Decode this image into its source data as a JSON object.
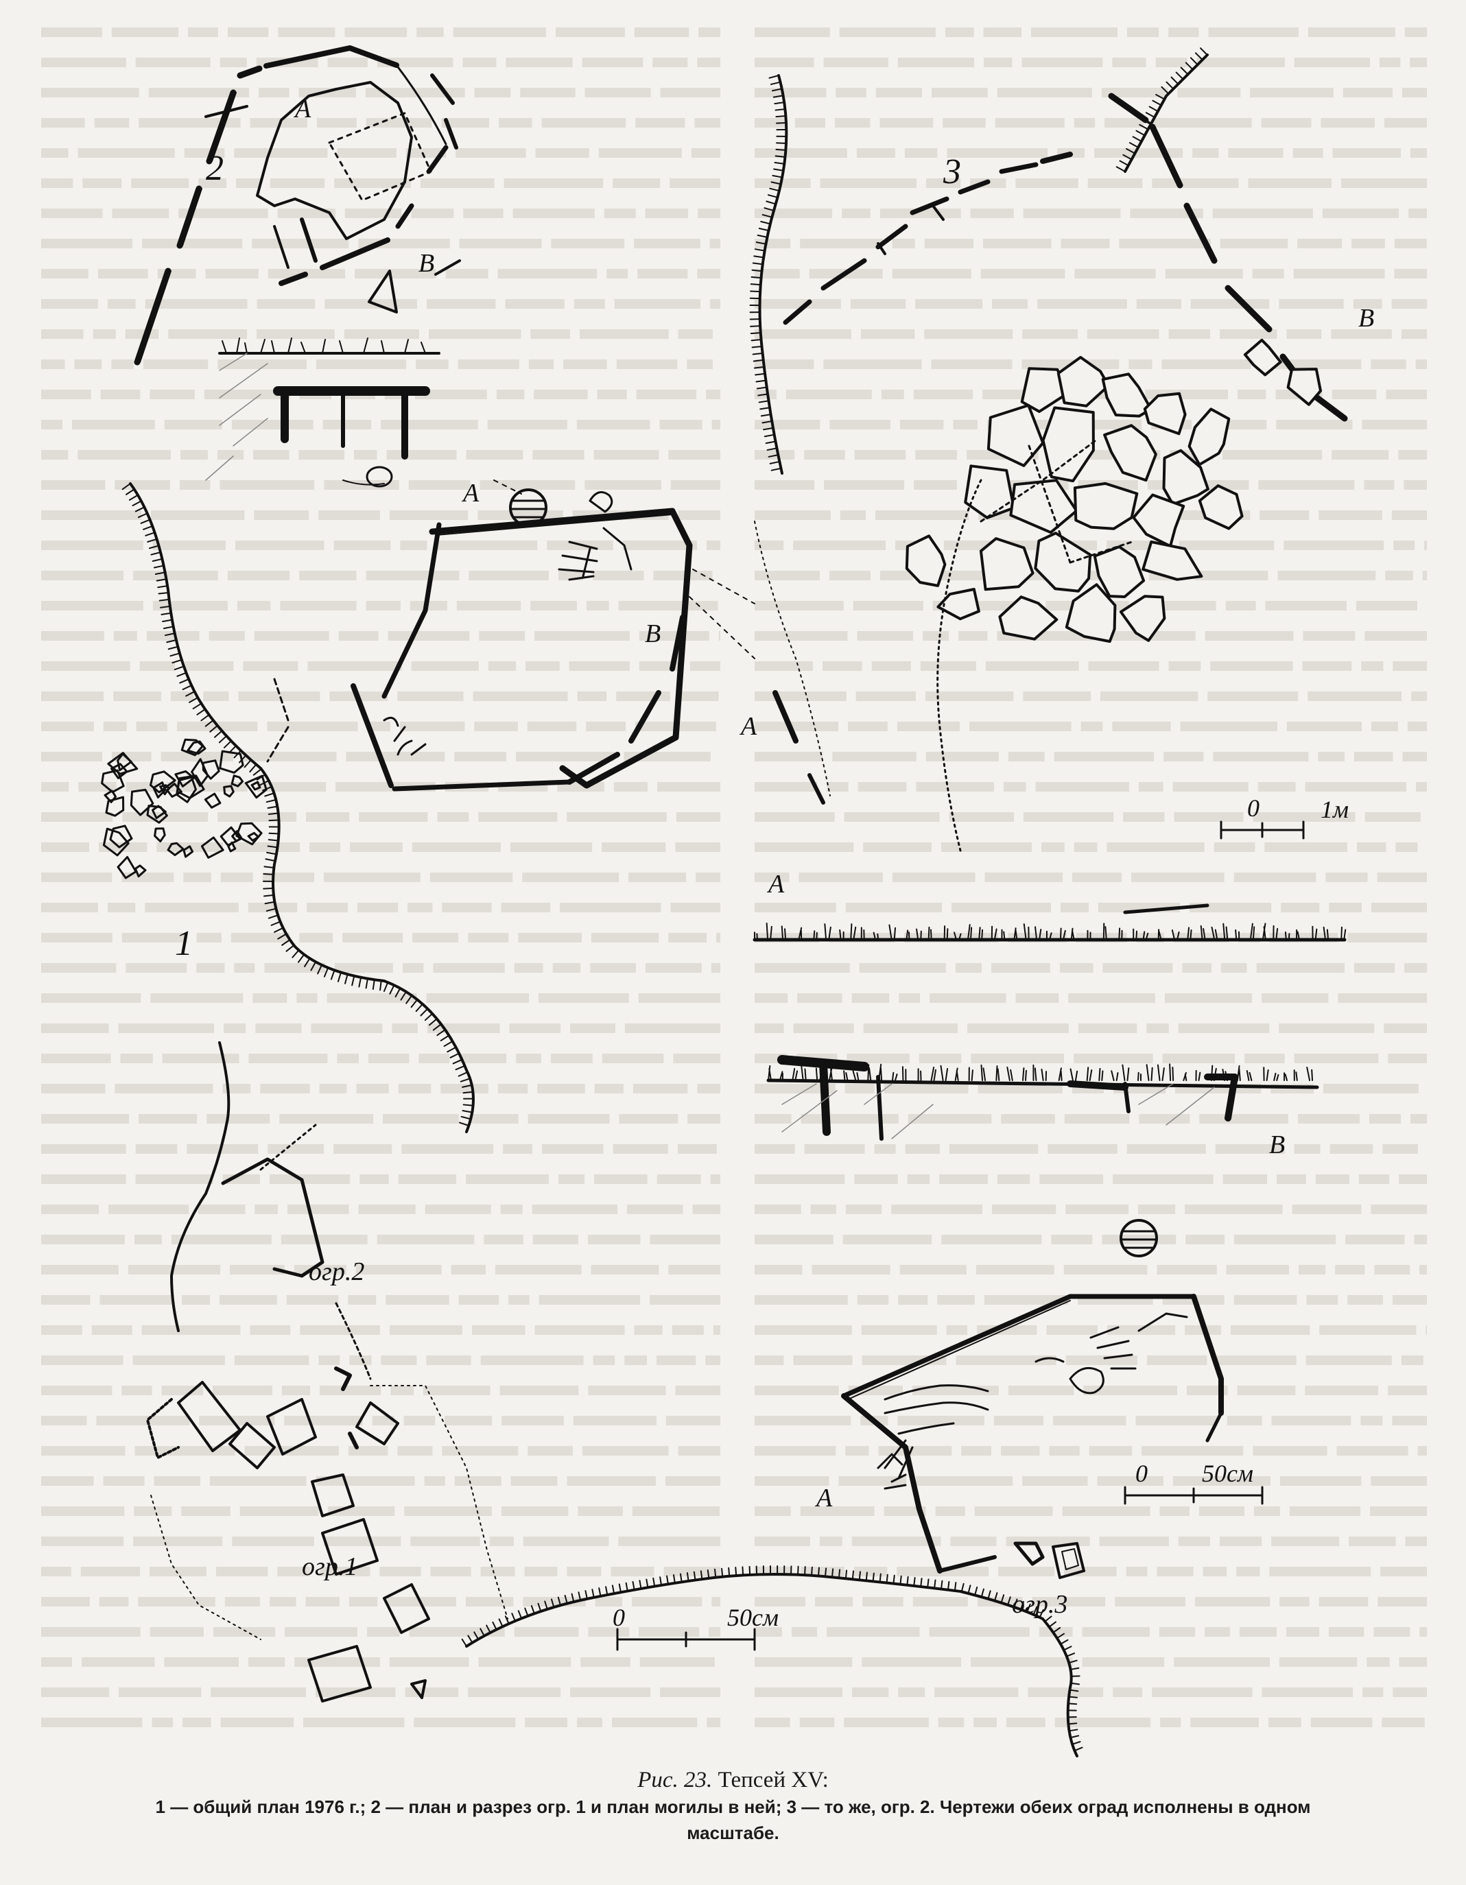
{
  "labels": {
    "fig1": "1",
    "fig2": "2",
    "fig3": "3",
    "section_a": "A",
    "section_b": "B",
    "enclosure_1": "огр.1",
    "enclosure_2": "огр.2",
    "enclosure_3": "огр.3"
  },
  "scales": {
    "zero": "0",
    "scale_50cm": "50см",
    "scale_1m": "1м"
  },
  "caption": {
    "title_prefix": "Рис. 23.",
    "title_text": "Тепсей XV:",
    "legend_line1": "1 — общий план 1976 г.; 2 — план и разрез огр. 1 и план могилы в ней; 3 — то же, огр. 2. Чертежи обеих оград исполнены в одном",
    "legend_line2": "масштабе."
  }
}
